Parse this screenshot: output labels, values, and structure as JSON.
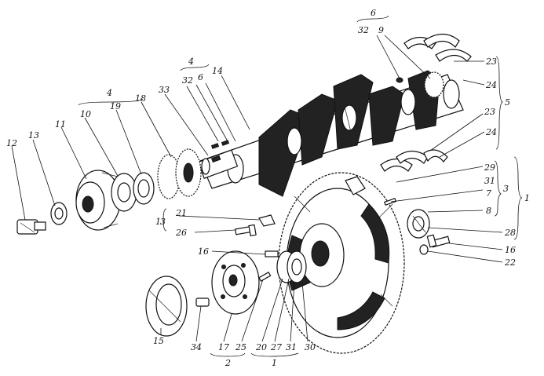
{
  "figure": {
    "labels": {
      "l1": "1",
      "l2": "2",
      "l3": "3",
      "l4": "4",
      "l5": "5",
      "l6": "6",
      "l7": "7",
      "l8": "8",
      "l9": "9",
      "l10": "10",
      "l11": "11",
      "l12": "12",
      "l13": "13",
      "l14": "14",
      "l15": "15",
      "l16": "16",
      "l17": "17",
      "l18": "18",
      "l19": "19",
      "l20": "20",
      "l21": "21",
      "l22": "22",
      "l23": "23",
      "l24": "24",
      "l25": "25",
      "l26": "26",
      "l27": "27",
      "l28": "28",
      "l29": "29",
      "l30": "30",
      "l31": "31",
      "l32": "32",
      "l33": "33",
      "l34": "34"
    }
  }
}
